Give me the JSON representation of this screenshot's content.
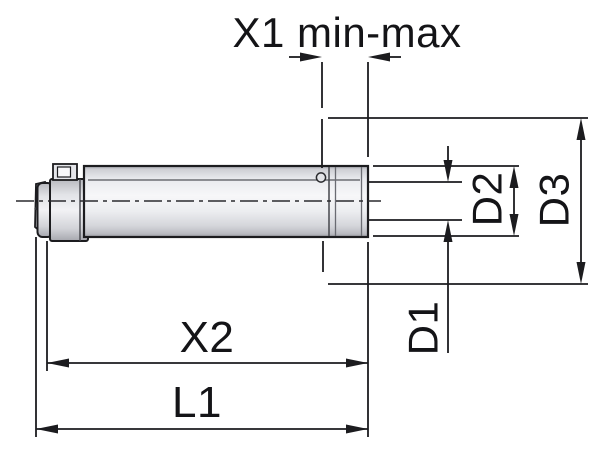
{
  "drawing": {
    "kind": "technical-dimension-drawing",
    "part": "coaxial-flue-pipe",
    "labels": {
      "x1": "X1 min-max",
      "x2": "X2",
      "l1": "L1",
      "d1": "D1",
      "d2": "D2",
      "d3": "D3"
    },
    "colors": {
      "line": "#1c1c1f",
      "background": "#ffffff",
      "part_fill_light": "#f7f7f9",
      "part_fill_mid": "#e9eaee",
      "part_fill_dark": "#b3b4bb"
    }
  }
}
